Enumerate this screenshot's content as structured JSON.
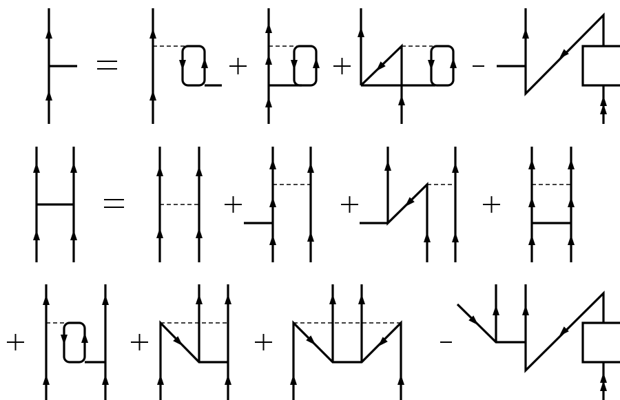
{
  "diagram": {
    "equations": [
      {
        "id": "single-vertex-equation",
        "lhs": "single-line-vertex",
        "operators": [
          "=",
          "+",
          "+",
          "-"
        ],
        "terms": [
          "exchange-loop-term",
          "ladder-loop-term",
          "crossed-loop-term",
          "box-insertion-term"
        ]
      },
      {
        "id": "two-body-vertex-equation",
        "lhs": "two-line-vertex",
        "operators": [
          "=",
          "+",
          "+",
          "+"
        ],
        "terms": [
          "bare-exchange-term",
          "vertex-insertion-term",
          "crossed-vertex-term",
          "ladder-term"
        ]
      },
      {
        "id": "continuation-row",
        "operators": [
          "+",
          "+",
          "+",
          "-"
        ],
        "terms": [
          "loop-ladder-term",
          "single-crossed-term",
          "double-crossed-term",
          "three-line-box-term"
        ]
      }
    ]
  }
}
